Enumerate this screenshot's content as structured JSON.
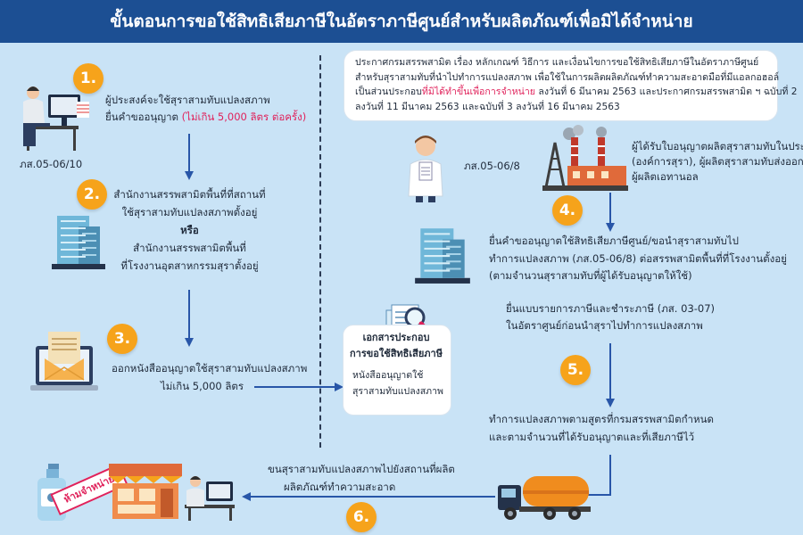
{
  "header": {
    "title": "ขั้นตอนการขอใช้สิทธิเสียภาษีในอัตราภาษีศูนย์สำหรับผลิตภัณฑ์เพื่อมิได้จำหน่าย"
  },
  "steps": {
    "s1": {
      "number": "1.",
      "line1": "ผู้ประสงค์จะใช้สุราสามทับแปลงสภาพ",
      "line2_prefix": "ยื่นคำขออนุญาต ",
      "line2_highlight": "(ไม่เกิน 5,000 ลิตร ต่อครั้ง)",
      "form": "ภส.05-06/10"
    },
    "s2": {
      "number": "2.",
      "line1": "สำนักงานสรรพสามิตพื้นที่ที่สถานที่",
      "line2": "ใช้สุราสามทับแปลงสภาพตั้งอยู่",
      "or": "หรือ",
      "line3": "สำนักงานสรรพสามิตพื้นที่",
      "line4": "ที่โรงงานอุตสาหกรรมสุราตั้งอยู่"
    },
    "s3": {
      "number": "3.",
      "line1": "ออกหนังสืออนุญาตใช้สุราสามทับแปลงสภาพ",
      "line2": "ไม่เกิน 5,000 ลิตร"
    },
    "s4": {
      "number": "4.",
      "form": "ภส.05-06/8",
      "who1": "ผู้ได้รับใบอนุญาตผลิตสุราสามทับในประเทศ",
      "who2": "(องค์การสุรา), ผู้ผลิตสุราสามทับส่งออก,",
      "who3": "ผู้ผลิตเอทานอล",
      "line1": "ยื่นคำขออนุญาตใช้สิทธิเสียภาษีศูนย์/ขอนำสุราสามทับไป",
      "line2": "ทำการแปลงสภาพ (ภส.05-06/8) ต่อสรรพสามิตพื้นที่ที่โรงงานตั้งอยู่",
      "line3": "(ตามจำนวนสุราสามทับที่ผู้ได้รับอนุญาตให้ใช้)",
      "line4": "ยื่นแบบรายการภาษีและชำระภาษี (ภส. 03-07)",
      "line5": "ในอัตราศูนย์ก่อนนำสุราไปทำการแปลงสภาพ"
    },
    "s5": {
      "number": "5.",
      "line1": "ทำการแปลงสภาพตามสูตรที่กรมสรรพสามิตกำหนด",
      "line2": "และตามจำนวนที่ได้รับอนุญาตและที่เสียภาษีไว้"
    },
    "s6": {
      "number": "6.",
      "line1": "ขนสุราสามทับแปลงสภาพไปยังสถานที่ผลิต",
      "line2": "ผลิตภัณฑ์ทำความสะอาด",
      "stamp": "ห้ามจำหน่าย"
    }
  },
  "notice": {
    "line1": "ประกาศกรมสรรพสามิต เรื่อง หลักเกณฑ์ วิธีการ และเงื่อนไขการขอใช้สิทธิเสียภาษีในอัตราภาษีศูนย์",
    "line2": "สำหรับสุราสามทับที่นำไปทำการแปลงสภาพ เพื่อใช้ในการผลิตผลิตภัณฑ์ทำความสะอาดมือที่มีแอลกอฮอล์",
    "line3_prefix": "เป็นส่วนประกอบ",
    "line3_highlight": "ที่มิได้ทำขึ้นเพื่อการจำหน่าย",
    "line3_suffix": " ลงวันที่  6 มีนาคม 2563 และประกาศกรมสรรพสามิต ฯ ฉบับที่ 2",
    "line4": "ลงวันที่ 11 มีนาคม 2563 และฉบับที่ 3 ลงวันที่ 16 มีนาคม 2563"
  },
  "docs": {
    "title1": "เอกสารประกอบ",
    "title2": "การขอใช้สิทธิเสียภาษี",
    "item1": "หนังสืออนุญาตใช้",
    "item2": "สุราสามทับแปลงสภาพ"
  },
  "colors": {
    "background": "#c9e3f6",
    "header": "#1c4f93",
    "arrow": "#2856a8",
    "badge": "#f6a31b",
    "highlight": "#e0225b"
  },
  "icons": [
    "worker-at-desk-icon",
    "office-building-icon",
    "laptop-envelope-icon",
    "magnifier-documents-icon",
    "scientist-icon",
    "factory-icon",
    "tanker-truck-icon",
    "sanitizer-bottle-icon",
    "storefront-icon"
  ]
}
